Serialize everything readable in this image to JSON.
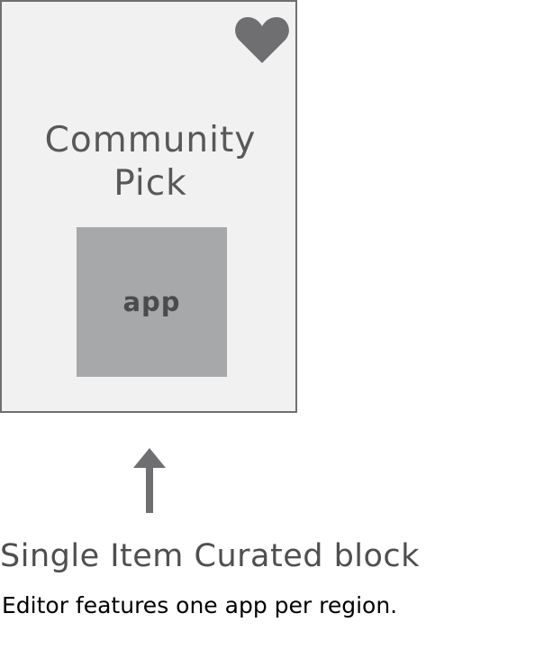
{
  "card": {
    "title_line1": "Community",
    "title_line2": "Pick",
    "app_label": "app",
    "favorite_icon": "heart-icon"
  },
  "pointer_icon": "up-arrow-icon",
  "caption": {
    "title": "Single Item Curated block",
    "description": "Editor features one app per region."
  },
  "colors": {
    "card_background": "#f1f1f1",
    "card_border": "#6f6f72",
    "app_tile": "#a7a8aa",
    "icon": "#6f6f72"
  }
}
